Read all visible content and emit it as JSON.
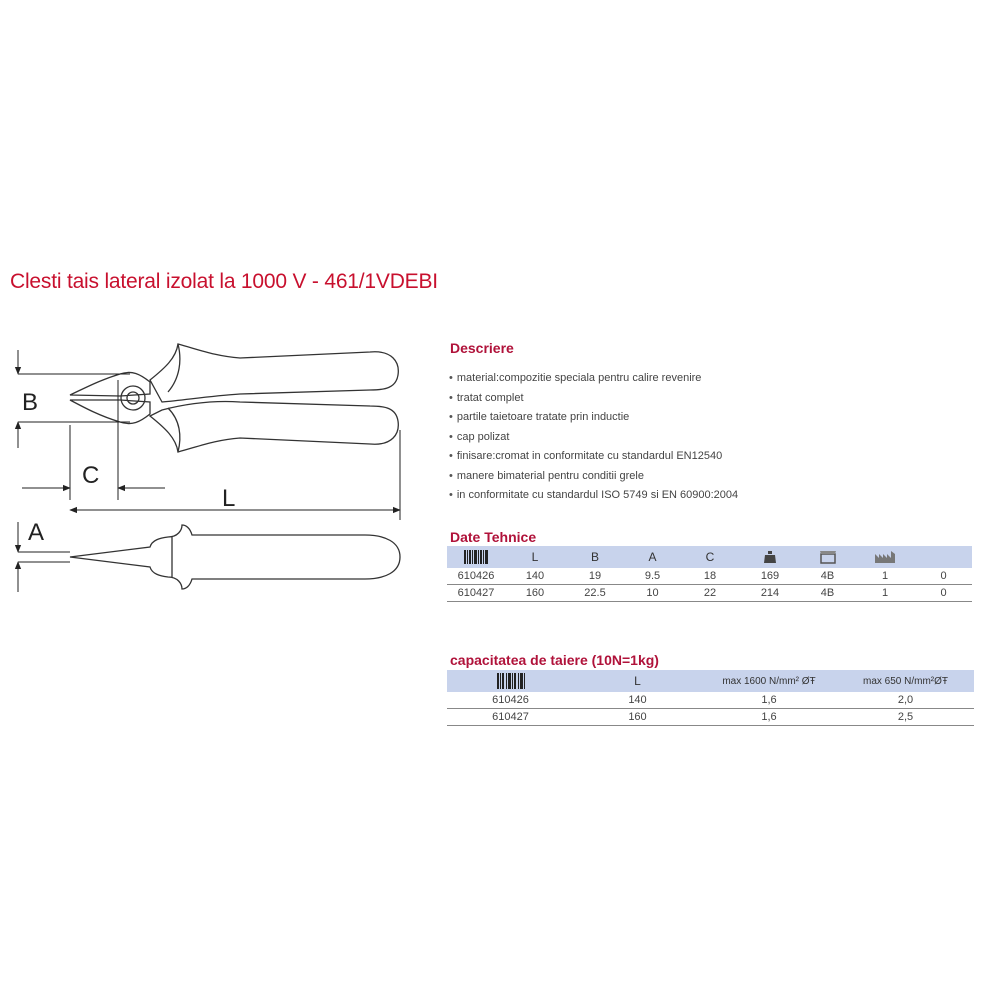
{
  "title": "Clesti tais lateral izolat la 1000 V - 461/1VDEBI",
  "drawing": {
    "labels": {
      "B": "B",
      "C": "C",
      "L": "L",
      "A": "A"
    }
  },
  "description": {
    "heading": "Descriere",
    "items": [
      "material:compozitie speciala pentru calire revenire",
      "tratat complet",
      "partile taietoare tratate prin inductie",
      "cap polizat",
      "finisare:cromat in conformitate cu standardul EN12540",
      "manere bimaterial pentru conditii grele",
      "in conformitate cu standardul ISO 5749 si EN 60900:2004"
    ]
  },
  "tech": {
    "heading": "Date Tehnice",
    "header_icons": [
      "barcode-icon",
      "weight-icon",
      "packaging-icon",
      "storage-icon"
    ],
    "columns": {
      "l": "L",
      "b": "B",
      "a": "A",
      "c": "C"
    },
    "rows": [
      [
        "610426",
        "140",
        "19",
        "9.5",
        "18",
        "169",
        "4B",
        "1",
        "0"
      ],
      [
        "610427",
        "160",
        "22.5",
        "10",
        "22",
        "214",
        "4B",
        "1",
        "0"
      ]
    ]
  },
  "capacity": {
    "heading": "capacitatea de taiere (10N=1kg)",
    "columns": {
      "l": "L",
      "max1600": "max 1600 N/mm² ØŦ",
      "max650": "max 650 N/mm²ØŦ"
    },
    "rows": [
      [
        "610426",
        "140",
        "1,6",
        "2,0"
      ],
      [
        "610427",
        "160",
        "1,6",
        "2,5"
      ]
    ]
  },
  "colors": {
    "title": "#c8102e",
    "heading": "#b0123a",
    "table_header": "#c8d3ec"
  }
}
